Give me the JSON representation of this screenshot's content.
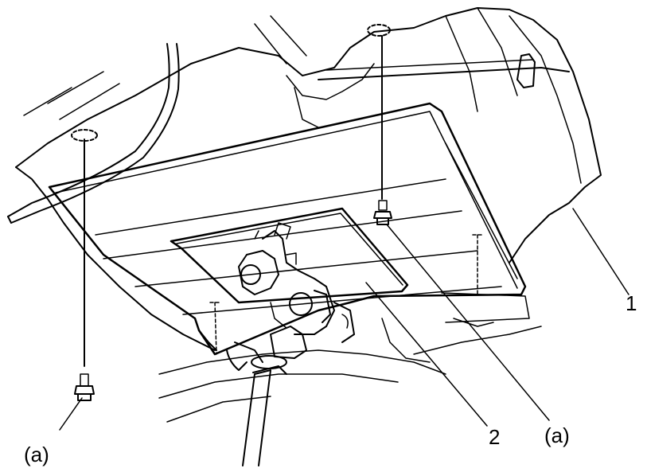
{
  "callouts": {
    "part_1": "1",
    "part_2": "2",
    "fastener_right": "(a)",
    "fastener_left": "(a)"
  },
  "style": {
    "line_color": "#000000",
    "background": "#ffffff"
  }
}
